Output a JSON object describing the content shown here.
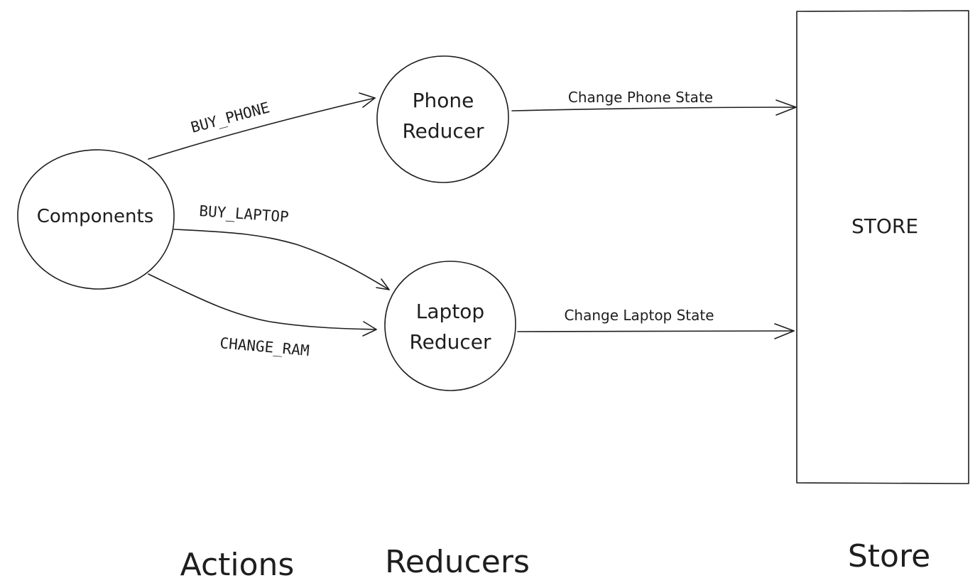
{
  "nodes": {
    "components": "Components",
    "phone_reducer": [
      "Phone",
      "Reducer"
    ],
    "laptop_reducer": [
      "Laptop",
      "Reducer"
    ],
    "store_box": "STORE"
  },
  "actions": {
    "buy_phone": "BUY_PHONE",
    "buy_laptop": "BUY_LAPTOP",
    "change_ram": "CHANGE_RAM"
  },
  "state_changes": {
    "phone": "Change Phone State",
    "laptop": "Change Laptop State"
  },
  "columns": {
    "actions": "Actions",
    "reducers": "Reducers",
    "store": "Store"
  }
}
